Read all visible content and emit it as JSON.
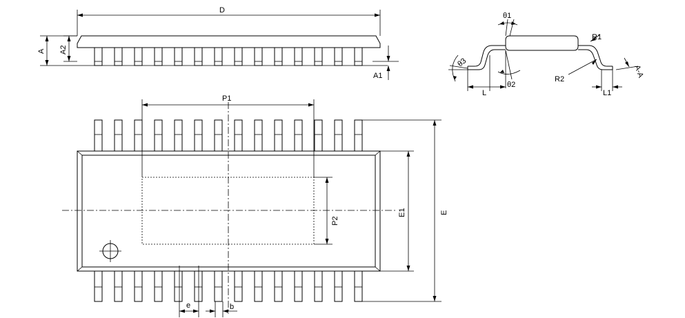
{
  "diagram": {
    "pin_count_per_side": 14,
    "labels": {
      "D": "D",
      "A": "A",
      "A2": "A2",
      "A1": "A1",
      "theta1": "θ1",
      "theta2": "θ2",
      "theta3": "θ3",
      "R1": "R1",
      "R2": "R2",
      "L": "L",
      "L1": "L1",
      "AA": "A-A",
      "P1": "P1",
      "P2": "P2",
      "E1": "E1",
      "E": "E",
      "e": "e",
      "b": "b"
    }
  }
}
